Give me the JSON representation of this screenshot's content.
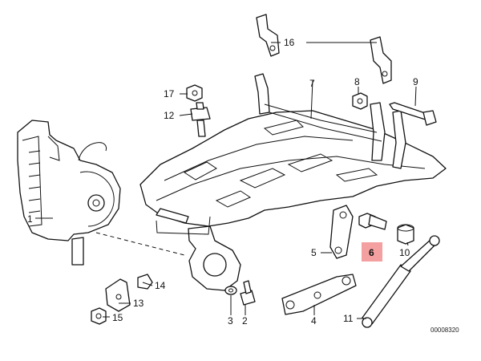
{
  "callouts": [
    {
      "id": "c1",
      "text": "1"
    },
    {
      "id": "c2",
      "text": "2"
    },
    {
      "id": "c3",
      "text": "3"
    },
    {
      "id": "c4",
      "text": "4"
    },
    {
      "id": "c5",
      "text": "5"
    },
    {
      "id": "c6",
      "text": "6",
      "highlight": true
    },
    {
      "id": "c7",
      "text": "7"
    },
    {
      "id": "c8",
      "text": "8"
    },
    {
      "id": "c9",
      "text": "9"
    },
    {
      "id": "c10",
      "text": "10"
    },
    {
      "id": "c11",
      "text": "11"
    },
    {
      "id": "c12",
      "text": "12"
    },
    {
      "id": "c13",
      "text": "13"
    },
    {
      "id": "c14",
      "text": "14"
    },
    {
      "id": "c15",
      "text": "15"
    },
    {
      "id": "c16",
      "text": "16"
    },
    {
      "id": "c17",
      "text": "17"
    }
  ],
  "reference_number": "00008320",
  "highlight_color": "#f4a0a0"
}
